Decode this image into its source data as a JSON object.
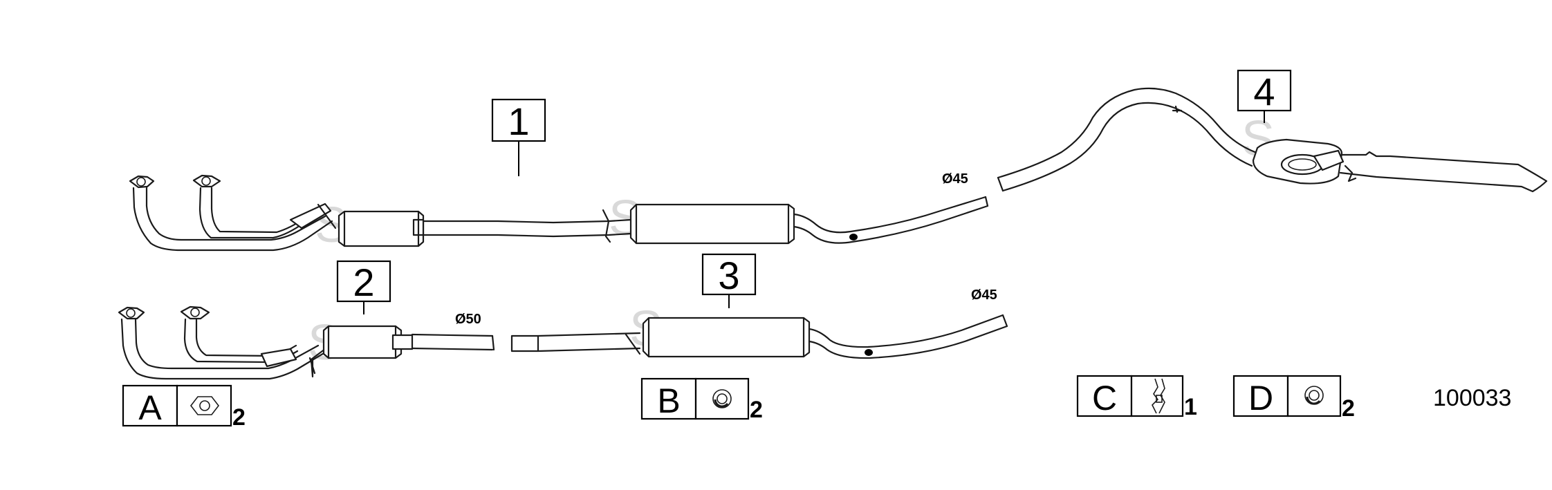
{
  "parts": [
    {
      "number": "1"
    },
    {
      "number": "2"
    },
    {
      "number": "3"
    },
    {
      "number": "4"
    }
  ],
  "diameters": {
    "part1_outlet": "Ø45",
    "part2_outlet": "Ø50",
    "part3_outlet": "Ø45"
  },
  "watermark_letter": "S",
  "fittings": [
    {
      "letter": "A",
      "icon": "flange-gasket-icon",
      "quantity": "2"
    },
    {
      "letter": "B",
      "icon": "sealing-ring-icon",
      "quantity": "2"
    },
    {
      "letter": "C",
      "icon": "clamp-bracket-icon",
      "quantity": "1"
    },
    {
      "letter": "D",
      "icon": "sealing-ring-icon",
      "quantity": "2"
    }
  ],
  "diagram_reference": "100033"
}
